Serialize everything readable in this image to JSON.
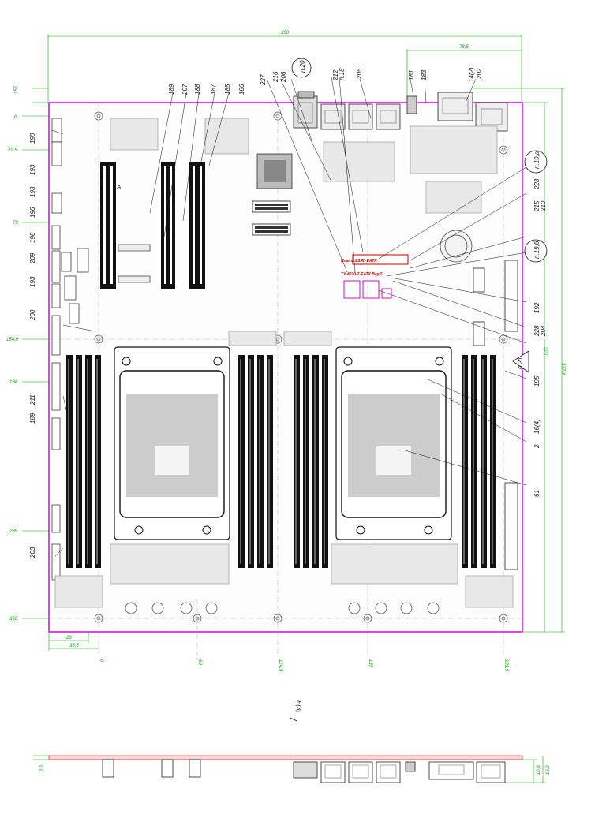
{
  "top_dims": {
    "overall_width": "330",
    "connector_offset": "78,5"
  },
  "left_dims": [
    "157",
    "0",
    "22,5",
    "73",
    "154,9",
    "184",
    "285",
    "350"
  ],
  "right_dims": {
    "board_height": "320",
    "overall_height": "377,4"
  },
  "bottom_dims": [
    "28",
    "35,5",
    "0",
    "69",
    "124,5",
    "187",
    "281,9"
  ],
  "left_callouts": [
    "190",
    "193",
    "193",
    "196",
    "198",
    "209",
    "193",
    "200",
    "211",
    "189",
    "203"
  ],
  "top_callouts": [
    "189",
    "207",
    "188",
    "187",
    "185",
    "186",
    "227",
    "216",
    "206",
    "212",
    "205",
    "181",
    "183",
    "202"
  ],
  "top_callout_notes": {
    "n18": "п.18",
    "n1412": "14(2)"
  },
  "right_callouts": [
    "228",
    "215",
    "210",
    "192",
    "228",
    "204",
    "195",
    "16(4)",
    "2",
    "61"
  ],
  "circled_notes": [
    "п.20",
    "п.19,а",
    "п.19,б",
    "п.21"
  ],
  "red_labels": {
    "label1": "Плата 2ЭЯГ-EATX",
    "label2": "ТУ 4010-2-ЕАТХ Bay.2"
  },
  "section_mark": "Б(3)",
  "view_marker": "А",
  "bottom_view_dims": {
    "left_thickness": "2,2",
    "right_a": "10,9",
    "right_b": "16,2"
  }
}
